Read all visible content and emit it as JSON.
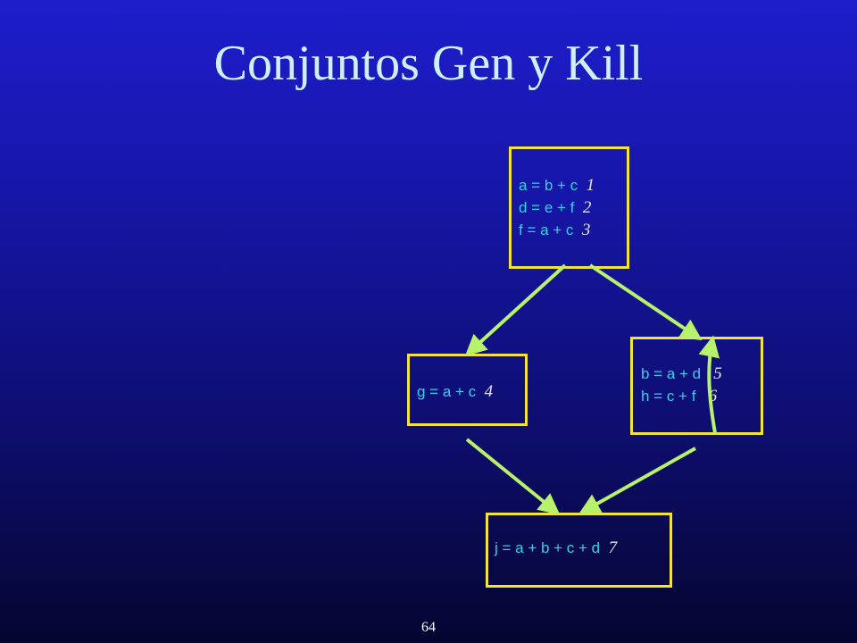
{
  "slide": {
    "title": "Conjuntos Gen y Kill",
    "page_number": "64"
  },
  "colors": {
    "background_top": "#1e1ecc",
    "background_bottom": "#050530",
    "title": "#cfefff",
    "block_border": "#f2e33c",
    "statement_text": "#33d2e6",
    "statement_number": "#e6e6e6",
    "edge": "#b8f26a"
  },
  "blocks": [
    {
      "id": "B1",
      "statements": [
        {
          "code": "a = b + c",
          "num": "1"
        },
        {
          "code": "d = e + f",
          "num": "2"
        },
        {
          "code": "f = a + c",
          "num": "3"
        }
      ]
    },
    {
      "id": "B2",
      "statements": [
        {
          "code": "g = a + c",
          "num": "4"
        }
      ]
    },
    {
      "id": "B3",
      "statements": [
        {
          "code": "b = a + d",
          "num": "5"
        },
        {
          "code": "h = c + f",
          "num": "6"
        }
      ]
    },
    {
      "id": "B4",
      "statements": [
        {
          "code": "j = a + b + c + d",
          "num": "7"
        }
      ]
    }
  ],
  "edges": [
    {
      "from": "B1",
      "to": "B2"
    },
    {
      "from": "B1",
      "to": "B3"
    },
    {
      "from": "B2",
      "to": "B4"
    },
    {
      "from": "B3",
      "to": "B4"
    },
    {
      "from": "B3",
      "to": "B3"
    }
  ]
}
